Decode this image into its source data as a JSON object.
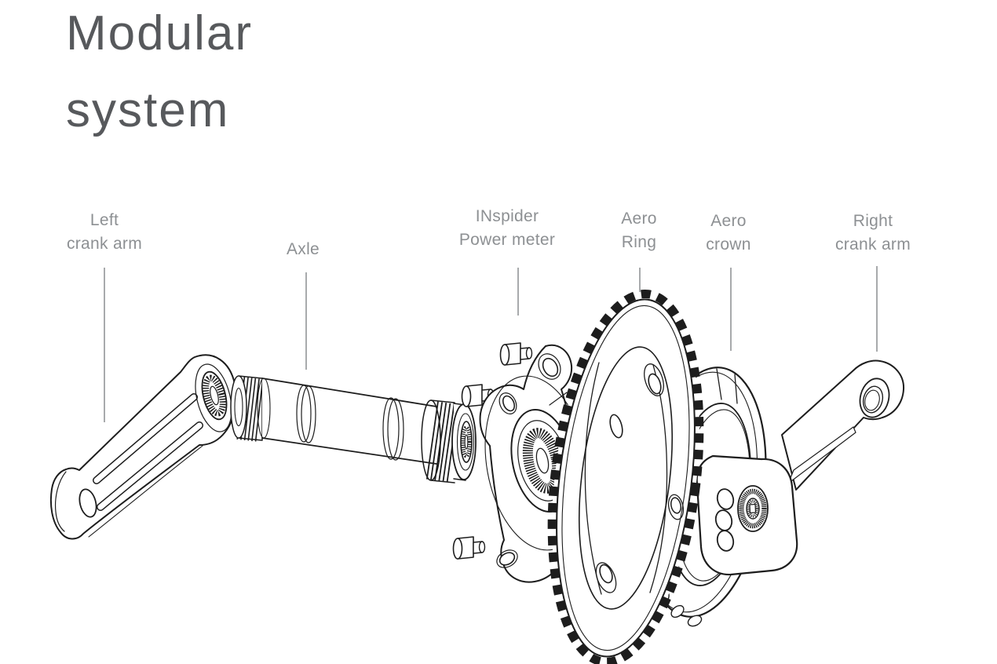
{
  "title": {
    "text": "Modular\nsystem"
  },
  "diagram": {
    "name": "crankset exploded view"
  },
  "parts": [
    {
      "id": "left-crank-arm",
      "label": "Left\ncrank arm"
    },
    {
      "id": "axle",
      "label": "Axle"
    },
    {
      "id": "inspider-power-meter",
      "label": "INspider\nPower meter"
    },
    {
      "id": "aero-ring",
      "label": "Aero\nRing"
    },
    {
      "id": "aero-crown",
      "label": "Aero\ncrown"
    },
    {
      "id": "right-crank-arm",
      "label": "Right\ncrank arm"
    }
  ],
  "colors": {
    "line_art": "#1d1d1d",
    "label_text": "#8d9093",
    "title_text": "#57595c",
    "leader_line": "#a8aaac",
    "background": "#ffffff"
  }
}
